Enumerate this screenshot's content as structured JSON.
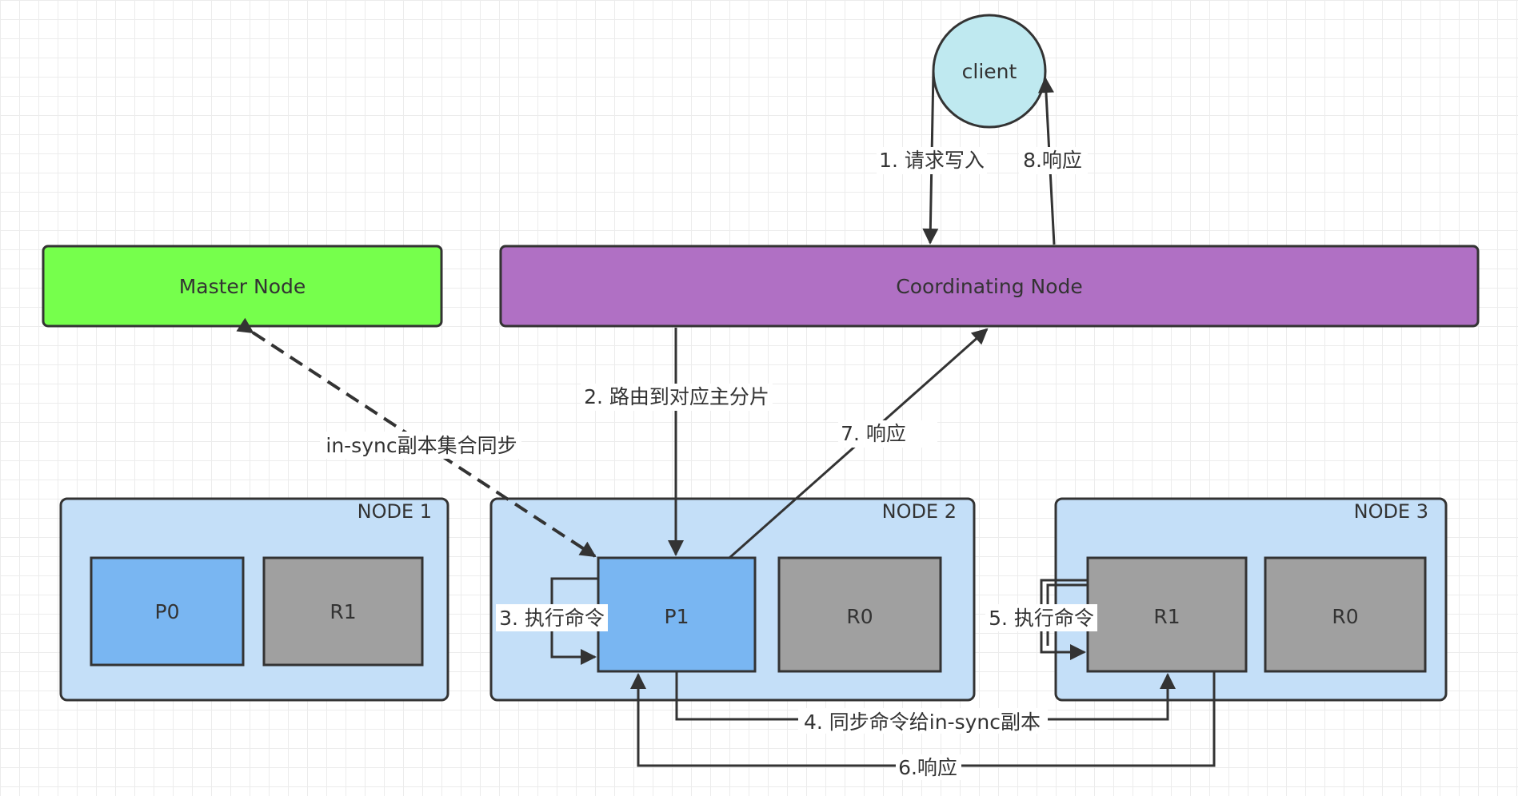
{
  "client": {
    "label": "client"
  },
  "master_node": {
    "label": "Master Node"
  },
  "coordinating_node": {
    "label": "Coordinating Node"
  },
  "nodes": [
    {
      "title": "NODE 1",
      "shards": [
        "P0",
        "R1"
      ]
    },
    {
      "title": "NODE 2",
      "shards": [
        "P1",
        "R0"
      ]
    },
    {
      "title": "NODE 3",
      "shards": [
        "R1",
        "R0"
      ]
    }
  ],
  "steps": {
    "s1": "1. 请求写入",
    "s2": "2. 路由到对应主分片",
    "s3": "3. 执行命令",
    "s4": "4. 同步命令给in-sync副本",
    "s5": "5. 执行命令",
    "s6": "6.响应",
    "s7": "7. 响应",
    "s8": "8.响应",
    "in_sync": "in-sync副本集合同步"
  },
  "colors": {
    "client": "#bfe9f0",
    "master": "#76ff4c",
    "coordinating": "#b070c4",
    "node_bg": "#c4dff8",
    "primary": "#79b6f2",
    "replica": "#a0a0a0",
    "stroke": "#333333"
  }
}
